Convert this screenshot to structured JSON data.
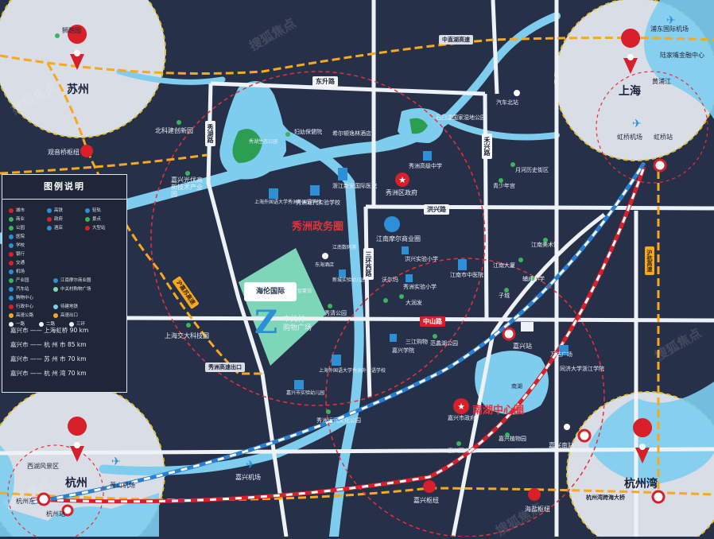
{
  "legend": {
    "title": "图例说明",
    "items": [
      "城市",
      "商业",
      "公园",
      "医院",
      "学校",
      "银行",
      "交通",
      "机场",
      "产业园",
      "汽车站",
      "高铁",
      "轻轨",
      "政府",
      "景点",
      "酒店",
      "大型站",
      "江南摩尔商业圈",
      "中关村购物广场",
      "购物中心",
      "行政中心",
      "待建地铁",
      "高速公路",
      "高速出口",
      "一路",
      "二路",
      "三环"
    ],
    "distances": [
      {
        "from": "嘉兴市",
        "to": "上海虹桥",
        "km": "90 km"
      },
      {
        "from": "嘉兴市",
        "to": "杭 州 市",
        "km": "85 km"
      },
      {
        "from": "嘉兴市",
        "to": "苏 州 市",
        "km": "70 km"
      },
      {
        "from": "嘉兴市",
        "to": "杭 州 湾",
        "km": "70 km"
      }
    ]
  },
  "cities": {
    "suzhou": "苏州",
    "shanghai": "上海",
    "hangzhou": "杭州",
    "hangzhouwan": "杭州湾"
  },
  "roads": {
    "dongsheng": "东升路",
    "xiuhu": "秀湖路",
    "hongxing": "洪兴路",
    "sanhuanxi": "三环西路",
    "zhongshan": "中山路",
    "hexing": "禾兴路"
  },
  "highways": {
    "zhongzhi": "中直湖高速",
    "hujia": "沪杭高速",
    "hushan": "沪嘉苏高速",
    "exit": "秀洲高速出口",
    "bridge": "杭州湾跨海大桥"
  },
  "circles": {
    "xiuzhou": "秀洲政务圈",
    "nanhu": "南湖中心圈"
  },
  "project": {
    "brand": "海伦国际",
    "name_line1": "中关村",
    "name_line2": "购物广场"
  },
  "labels": {
    "shanghai_area": [
      "浦东国际机场",
      "陆家嘴金融中心",
      "黄浦江",
      "虹桥机场",
      "虹桥站"
    ],
    "suzhou_area": [
      "狮跑园",
      "观音桥枢纽"
    ],
    "hangzhou_area": [
      "西湖风景区",
      "萧山机场",
      "杭州东",
      "杭州站"
    ],
    "pois": [
      "北科建创新园",
      "秀湖生态公园",
      "妇幼保健院",
      "希尔顿逸林酒店",
      "石臼漾国家湿地公园",
      "嘉兴光伏高新技术产业园",
      "浙江新安国际医院",
      "上海外国语大学秀洲外国语学校",
      "秀洲现代实验学校",
      "秀洲高级中学",
      "秀洲区政府",
      "江南摩尔商业圈",
      "江南数码港",
      "东海酒店",
      "新城实验幼儿园",
      "智蒙馆",
      "沃尔玛",
      "洪兴实验小学",
      "秀洲实验小学",
      "江南市中医院",
      "大润发",
      "秀清公园",
      "上海交大科技园",
      "三江购物",
      "范蠡湖公园",
      "嘉兴站",
      "同济大学浙江学院",
      "万达广场",
      "嘉兴市政府",
      "嘉兴植物园",
      "嘉兴南站",
      "嘉兴学院",
      "上海外国语大学秀洲外国语学校",
      "嘉兴市实验幼儿园",
      "秀洲运河文化公园",
      "嘉兴图书馆",
      "嘉兴枢纽",
      "海盐枢纽",
      "嘉兴机场",
      "汽车北站",
      "青少年宫",
      "月河历史街区",
      "江南美术馆",
      "江南大厦",
      "辅成小学",
      "子城",
      "南湖",
      "嘉兴市政府"
    ]
  },
  "colors": {
    "bg": "#263048",
    "water": "#7ecdee",
    "road": "#eef1f6",
    "highway": "#f7a81f",
    "rail": "#d8202a",
    "accent": "#2d8fd6"
  }
}
